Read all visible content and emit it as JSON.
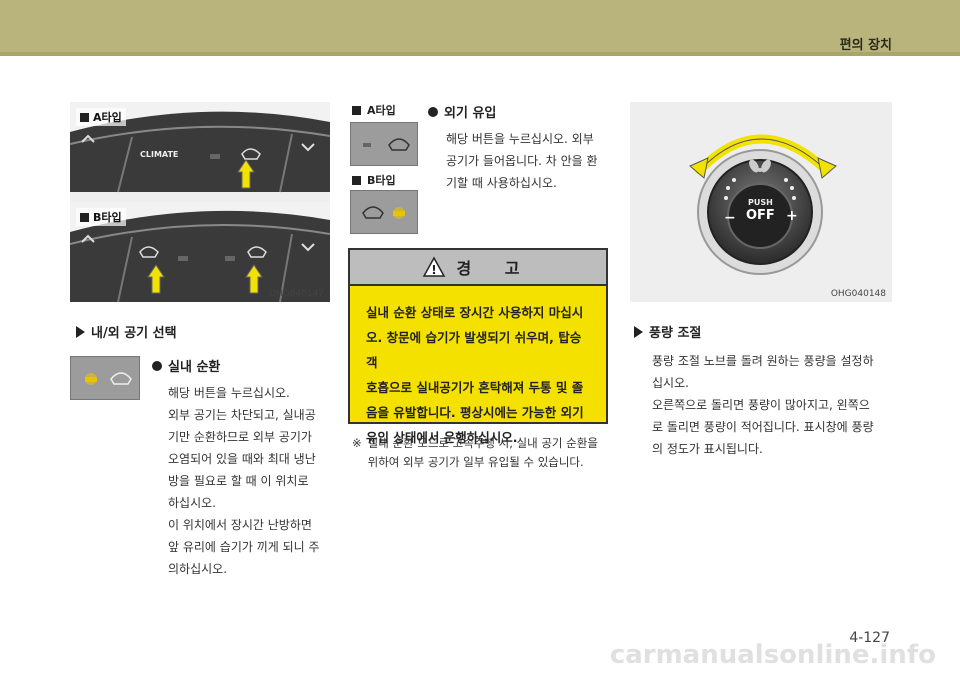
{
  "header": {
    "title": "편의 장치"
  },
  "fig_left": {
    "code": "OHG040147",
    "tag_a": "A타입",
    "tag_b": "B타입",
    "climate_label": "CLIMATE"
  },
  "fig_right": {
    "code": "OHG040148",
    "knob_push": "PUSH",
    "knob_off": "OFF",
    "knob_minus": "−",
    "knob_plus": "+"
  },
  "section_air": {
    "title": "내/외 공기 선택",
    "recirc": {
      "title": "실내 순환",
      "lines": [
        "해당 버튼을 누르십시오.",
        "외부 공기는 차단되고, 실내공",
        "기만 순환하므로 외부 공기가",
        "오염되어 있을 때와 최대 냉난",
        "방을 필요로 할 때 이 위치로",
        "하십시오.",
        "이 위치에서 장시간 난방하면",
        "앞 유리에 습기가 끼게 되니 주",
        "의하십시오."
      ]
    }
  },
  "mid": {
    "a_type": "A타입",
    "b_type": "B타입",
    "fresh": {
      "title": "외기 유입",
      "lines": [
        "해당 버튼을 누르십시오. 외부",
        "공기가 들어옵니다. 차 안을 환",
        "기할 때 사용하십시오."
      ]
    },
    "warning": {
      "title": "경 고",
      "lines": [
        "실내 순환 상태로 장시간 사용하지 마십시",
        "오. 창문에 습기가 발생되기 쉬우며, 탑승객",
        "호흡으로 실내공기가 혼탁해져 두통 및 졸",
        "음을 유발합니다. 평상시에는 가능한 외기",
        "유입 상태에서 운행하십시오."
      ]
    },
    "note_mark": "※",
    "note_lines": [
      "실내 순환 모드로 고속주행 시, 실내 공기 순환을",
      "위하여 외부 공기가 일부 유입될 수 있습니다."
    ]
  },
  "section_fan": {
    "title": "풍량 조절",
    "lines": [
      "풍량 조절 노브를 돌려 원하는 풍량을 설정하",
      "십시오.",
      "오른쪽으로 돌리면 풍량이 많아지고, 왼쪽으",
      "로 돌리면 풍량이 적어집니다. 표시창에 풍량",
      "의 정도가 표시됩니다."
    ]
  },
  "page_number": "4-127",
  "watermark": "carmanualsonline.info",
  "colors": {
    "header_band": "#b8b47c",
    "warning_fill": "#f4e100",
    "warning_head": "#bdbdbd",
    "arrow_yellow": "#f2e200",
    "led_amber": "#e8c400"
  }
}
